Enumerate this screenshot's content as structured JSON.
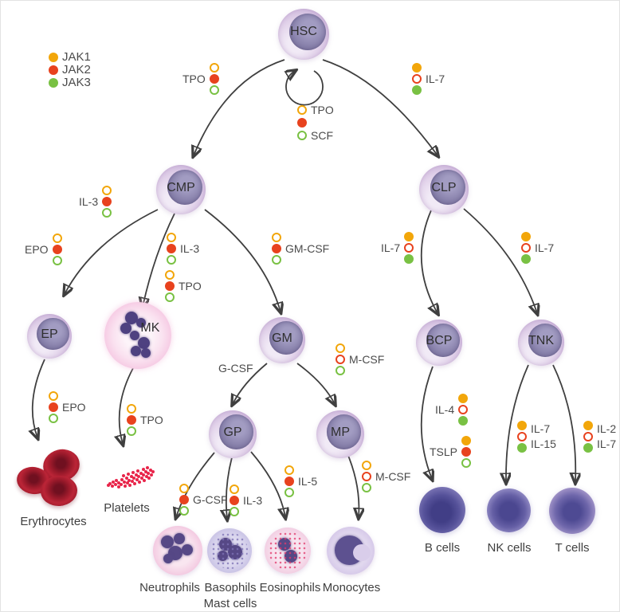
{
  "jak_colors": {
    "JAK1": "#F2A60A",
    "JAK2": "#E8421E",
    "JAK3": "#79C143"
  },
  "cells": {
    "hsc": "HSC",
    "cmp": "CMP",
    "clp": "CLP",
    "ep": "EP",
    "mk": "MK",
    "gm": "GM",
    "gp": "GP",
    "mp": "MP",
    "bcp": "BCP",
    "tnk": "TNK"
  },
  "terminal": {
    "erythrocytes": "Erythrocytes",
    "platelets": "Platelets",
    "neutrophils": "Neutrophils",
    "basophils": "Basophils",
    "mast_cells": "Mast cells",
    "eosinophils": "Eosinophils",
    "monocytes": "Monocytes",
    "b_cells": "B cells",
    "nk_cells": "NK cells",
    "t_cells": "T cells"
  },
  "cytokine_labels": [
    {
      "name": "jak-legend",
      "dots": [
        {
          "jak": "JAK1",
          "filled": true,
          "text": "JAK1"
        },
        {
          "jak": "JAK2",
          "filled": true,
          "text": "JAK2"
        },
        {
          "jak": "JAK3",
          "filled": true,
          "text": "JAK3"
        }
      ]
    },
    {
      "name": "tpo-hsc-cmp",
      "text_side": "left",
      "lines": [
        "TPO"
      ],
      "dots": [
        {
          "jak": "JAK1",
          "filled": false
        },
        {
          "jak": "JAK2",
          "filled": true
        },
        {
          "jak": "JAK3",
          "filled": false
        }
      ]
    },
    {
      "name": "tpo-scf-self-renewal",
      "dots": [
        {
          "jak": "JAK1",
          "filled": false,
          "text": "TPO"
        },
        {
          "jak": "JAK2",
          "filled": true,
          "text": ""
        },
        {
          "jak": "JAK3",
          "filled": false,
          "text": "SCF"
        }
      ]
    },
    {
      "name": "il7-hsc-clp",
      "text_side": "right",
      "lines": [
        "IL-7"
      ],
      "dots": [
        {
          "jak": "JAK1",
          "filled": true
        },
        {
          "jak": "JAK2",
          "filled": false
        },
        {
          "jak": "JAK3",
          "filled": true
        }
      ]
    },
    {
      "name": "il3-hsc-cmp",
      "text_side": "left",
      "lines": [
        "IL-3"
      ],
      "dots": [
        {
          "jak": "JAK1",
          "filled": false
        },
        {
          "jak": "JAK2",
          "filled": true
        },
        {
          "jak": "JAK3",
          "filled": false
        }
      ]
    },
    {
      "name": "epo-cmp-ep",
      "text_side": "left",
      "lines": [
        "EPO"
      ],
      "dots": [
        {
          "jak": "JAK1",
          "filled": false
        },
        {
          "jak": "JAK2",
          "filled": true
        },
        {
          "jak": "JAK3",
          "filled": false
        }
      ]
    },
    {
      "name": "il3-cmp-mk",
      "text_side": "right",
      "lines": [
        "IL-3"
      ],
      "dots": [
        {
          "jak": "JAK1",
          "filled": false
        },
        {
          "jak": "JAK2",
          "filled": true
        },
        {
          "jak": "JAK3",
          "filled": false
        }
      ]
    },
    {
      "name": "tpo-cmp-mk",
      "text_side": "right",
      "lines": [
        "TPO"
      ],
      "dots": [
        {
          "jak": "JAK1",
          "filled": false
        },
        {
          "jak": "JAK2",
          "filled": true
        },
        {
          "jak": "JAK3",
          "filled": false
        }
      ]
    },
    {
      "name": "gmcsf-cmp-gm",
      "text_side": "right",
      "lines": [
        "GM-CSF"
      ],
      "dots": [
        {
          "jak": "JAK1",
          "filled": false
        },
        {
          "jak": "JAK2",
          "filled": true
        },
        {
          "jak": "JAK3",
          "filled": false
        }
      ]
    },
    {
      "name": "epo-ep-erythrocytes",
      "text_side": "right",
      "lines": [
        "EPO"
      ],
      "dots": [
        {
          "jak": "JAK1",
          "filled": false
        },
        {
          "jak": "JAK2",
          "filled": true
        },
        {
          "jak": "JAK3",
          "filled": false
        }
      ]
    },
    {
      "name": "tpo-mk-platelets",
      "text_side": "right",
      "lines": [
        "TPO"
      ],
      "dots": [
        {
          "jak": "JAK1",
          "filled": false
        },
        {
          "jak": "JAK2",
          "filled": true
        },
        {
          "jak": "JAK3",
          "filled": false
        }
      ]
    },
    {
      "name": "gcsf-gm-gp",
      "text_side": "right",
      "lines": [
        "G-CSF"
      ],
      "dots": []
    },
    {
      "name": "mcsf-gm-mp",
      "text_side": "right",
      "lines": [
        "M-CSF"
      ],
      "dots": [
        {
          "jak": "JAK1",
          "filled": false
        },
        {
          "jak": "JAK2",
          "filled": false
        },
        {
          "jak": "JAK3",
          "filled": false
        }
      ]
    },
    {
      "name": "gcsf-gp-neutrophils",
      "text_side": "right",
      "lines": [
        "G-CSF"
      ],
      "dots": [
        {
          "jak": "JAK1",
          "filled": false
        },
        {
          "jak": "JAK2",
          "filled": true
        },
        {
          "jak": "JAK3",
          "filled": false
        }
      ]
    },
    {
      "name": "il3-gp-basophils",
      "text_side": "right",
      "lines": [
        "IL-3"
      ],
      "dots": [
        {
          "jak": "JAK1",
          "filled": false
        },
        {
          "jak": "JAK2",
          "filled": true
        },
        {
          "jak": "JAK3",
          "filled": false
        }
      ]
    },
    {
      "name": "il5-gp-eosinophils",
      "text_side": "right",
      "lines": [
        "IL-5"
      ],
      "dots": [
        {
          "jak": "JAK1",
          "filled": false
        },
        {
          "jak": "JAK2",
          "filled": true
        },
        {
          "jak": "JAK3",
          "filled": false
        }
      ]
    },
    {
      "name": "mcsf-mp-monocytes",
      "text_side": "right",
      "lines": [
        "M-CSF"
      ],
      "dots": [
        {
          "jak": "JAK1",
          "filled": false
        },
        {
          "jak": "JAK2",
          "filled": false
        },
        {
          "jak": "JAK3",
          "filled": false
        }
      ]
    },
    {
      "name": "il7-clp-bcp",
      "text_side": "left",
      "lines": [
        "IL-7"
      ],
      "dots": [
        {
          "jak": "JAK1",
          "filled": true
        },
        {
          "jak": "JAK2",
          "filled": false
        },
        {
          "jak": "JAK3",
          "filled": true
        }
      ]
    },
    {
      "name": "il7-clp-tnk",
      "text_side": "right",
      "lines": [
        "IL-7"
      ],
      "dots": [
        {
          "jak": "JAK1",
          "filled": true
        },
        {
          "jak": "JAK2",
          "filled": false
        },
        {
          "jak": "JAK3",
          "filled": true
        }
      ]
    },
    {
      "name": "il4-bcp-bcells",
      "text_side": "left",
      "lines": [
        "IL-4"
      ],
      "dots": [
        {
          "jak": "JAK1",
          "filled": true
        },
        {
          "jak": "JAK2",
          "filled": false
        },
        {
          "jak": "JAK3",
          "filled": true
        }
      ]
    },
    {
      "name": "tslp-bcp-bcells",
      "text_side": "left",
      "lines": [
        "TSLP"
      ],
      "dots": [
        {
          "jak": "JAK1",
          "filled": true
        },
        {
          "jak": "JAK2",
          "filled": true
        },
        {
          "jak": "JAK3",
          "filled": false
        }
      ]
    },
    {
      "name": "il7-il15-tnk-nkcells",
      "text_side": "right",
      "lines": [
        "IL-7",
        "IL-15"
      ],
      "dots": [
        {
          "jak": "JAK1",
          "filled": true
        },
        {
          "jak": "JAK2",
          "filled": false
        },
        {
          "jak": "JAK3",
          "filled": true
        }
      ]
    },
    {
      "name": "il2-il7-tnk-tcells",
      "text_side": "right",
      "lines": [
        "IL-2",
        "IL-7"
      ],
      "dots": [
        {
          "jak": "JAK1",
          "filled": true
        },
        {
          "jak": "JAK2",
          "filled": false
        },
        {
          "jak": "JAK3",
          "filled": true
        }
      ]
    }
  ]
}
